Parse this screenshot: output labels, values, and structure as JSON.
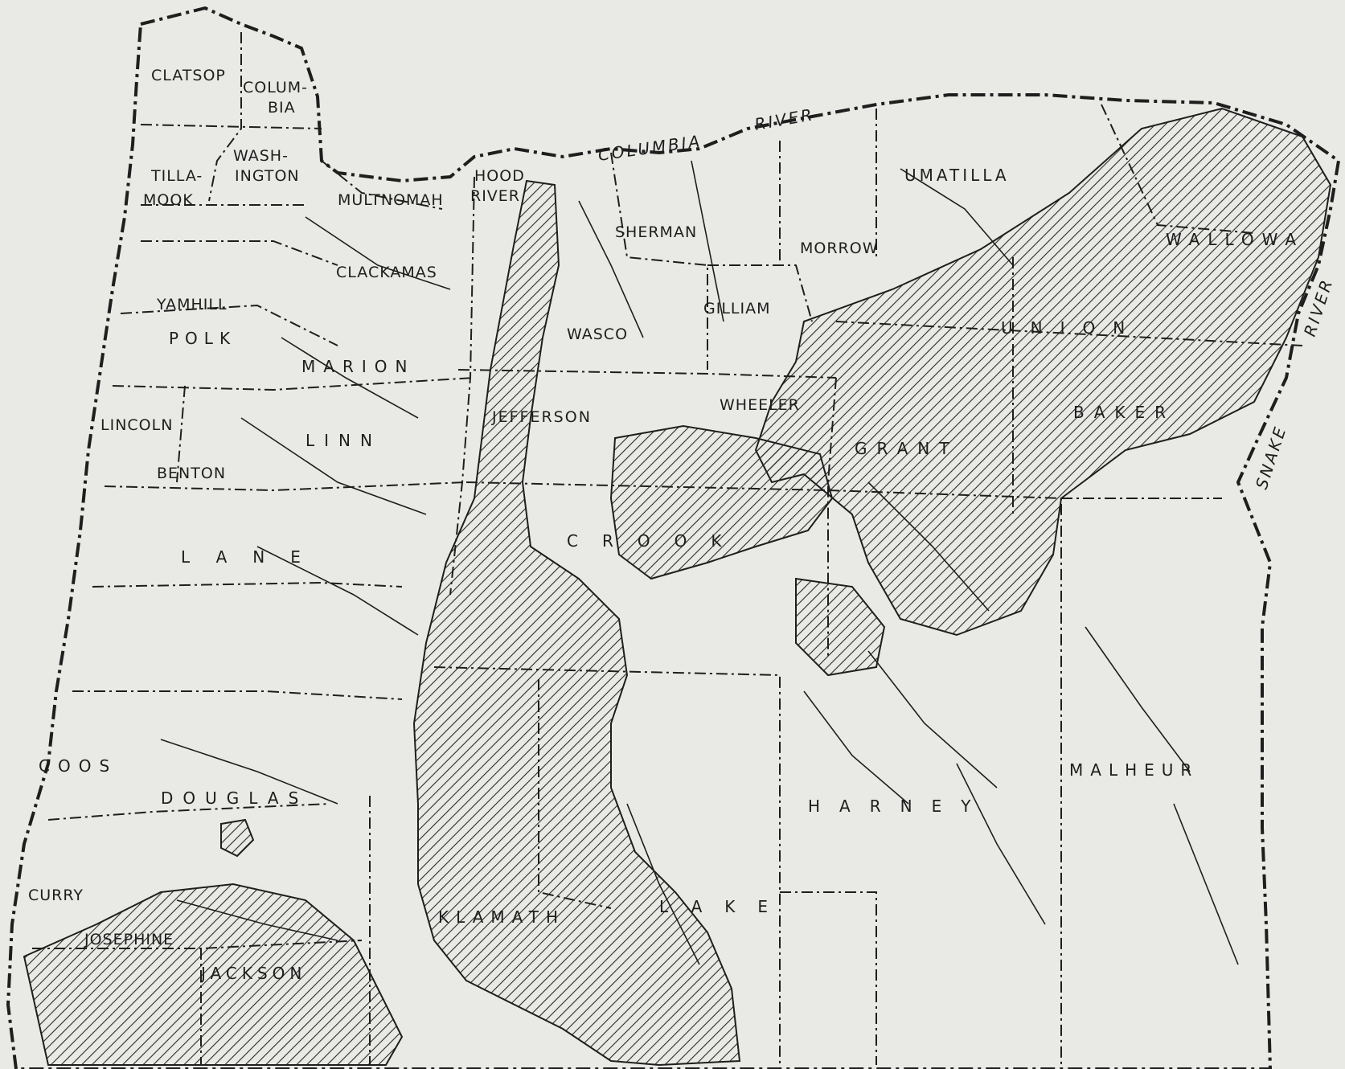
{
  "map": {
    "colors": {
      "background": "#e9e9e6",
      "ink": "#1e1e1e",
      "hatch": "#2a2a2a"
    },
    "rivers": {
      "columbia": [
        "COLUMBIA",
        "RIVER"
      ],
      "snake": [
        "SNAKE",
        "RIVER"
      ]
    },
    "counties": {
      "clatsop": "CLATSOP",
      "columbia_top": "COLUM-",
      "columbia_bottom": "BIA",
      "washington_top": "WASH-",
      "washington_bottom": "INGTON",
      "tillamook_top": "TILLA-",
      "tillamook_bottom": "MOOK",
      "multnomah": "MULTNOMAH",
      "hood_river_top": "HOOD",
      "hood_river_bottom": "RIVER",
      "sherman": "SHERMAN",
      "umatilla": "UMATILLA",
      "morrow": "MORROW",
      "gilliam": "GILLIAM",
      "wallowa": "WALLOWA",
      "union": "UNION",
      "yamhill": "YAMHILL",
      "clackamas": "CLACKAMAS",
      "polk": "POLK",
      "marion": "MARION",
      "wasco": "WASCO",
      "wheeler": "WHEELER",
      "baker": "BAKER",
      "lincoln": "LINCOLN",
      "linn": "LINN",
      "jefferson": "JEFFERSON",
      "grant": "GRANT",
      "benton": "BENTON",
      "crook": "CROOK",
      "lane": "LANE",
      "coos": "COOS",
      "douglas": "DOUGLAS",
      "harney": "HARNEY",
      "malheur": "MALHEUR",
      "curry": "CURRY",
      "josephine": "JOSEPHINE",
      "jackson": "JACKSON",
      "klamath": "KLAMATH",
      "lake": "LAKE"
    }
  }
}
